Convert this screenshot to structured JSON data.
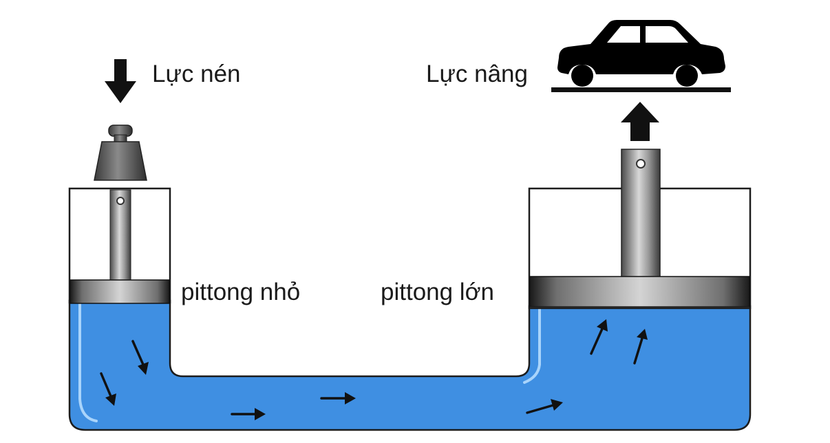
{
  "labels": {
    "compress_force": "Lực nén",
    "lift_force": "Lực nâng",
    "small_piston": "pittong nhỏ",
    "large_piston": "pittong lớn"
  },
  "colors": {
    "liquid": "#3f8fe2",
    "liquid_highlight": "#a9d4fb",
    "outline": "#1c1c1c",
    "arrow": "#111111",
    "car": "#000000",
    "cylinder_fill": "#ffffff"
  },
  "icons": {
    "weight": "weight-icon",
    "car": "car-icon",
    "force_down": "arrow-down-icon",
    "force_up": "arrow-up-icon"
  }
}
